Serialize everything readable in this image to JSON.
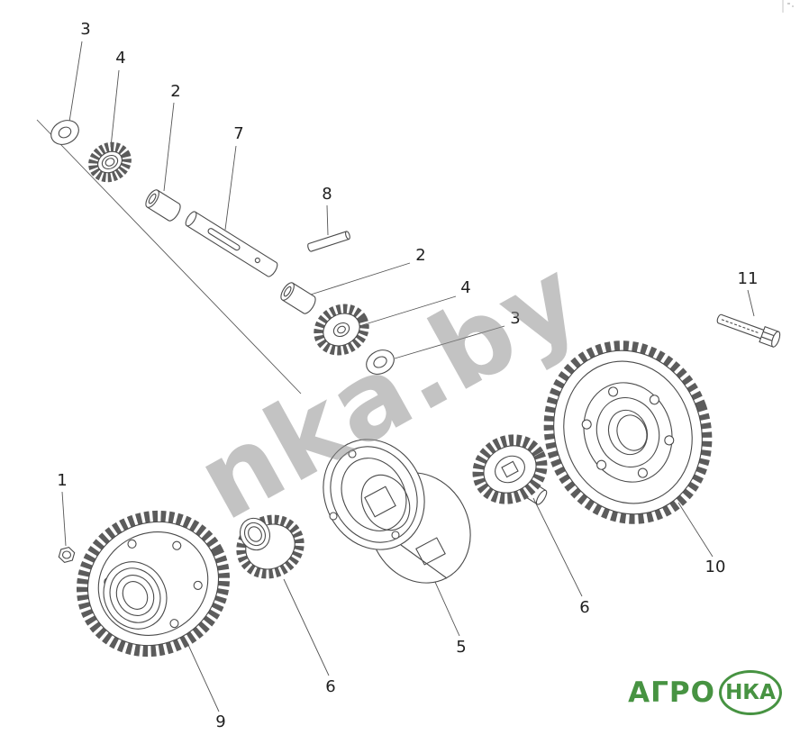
{
  "page": {
    "background": "#ffffff",
    "line_color": "#4a4a4a"
  },
  "watermark": {
    "text": "nka.by",
    "color": "#8e8e8e"
  },
  "logo": {
    "word": "АГРО",
    "badge": "НКА",
    "color": "#479342"
  },
  "callouts": [
    {
      "label": "3"
    },
    {
      "label": "4"
    },
    {
      "label": "2"
    },
    {
      "label": "7"
    },
    {
      "label": "8"
    },
    {
      "label": "2"
    },
    {
      "label": "4"
    },
    {
      "label": "3"
    },
    {
      "label": "11"
    },
    {
      "label": "1"
    },
    {
      "label": "9"
    },
    {
      "label": "6"
    },
    {
      "label": "5"
    },
    {
      "label": "6"
    },
    {
      "label": "10"
    }
  ]
}
